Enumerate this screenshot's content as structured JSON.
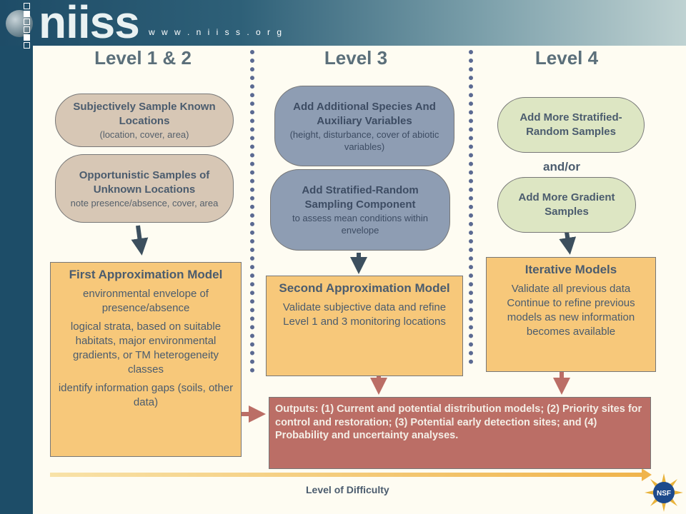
{
  "logo": {
    "name": "niiss",
    "url": "w w w . n i i s s . o r g"
  },
  "levels": [
    "Level 1 & 2",
    "Level 3",
    "Level 4"
  ],
  "level1": {
    "sample1": {
      "title": "Subjectively Sample Known Locations",
      "detail": "(location, cover, area)"
    },
    "sample2": {
      "title": "Opportunistic Samples of Unknown Locations",
      "detail": "note presence/absence, cover, area"
    },
    "model": {
      "title": "First Approximation Model",
      "points": [
        "environmental envelope of presence/absence",
        "logical strata, based on suitable habitats, major environmental gradients, or TM heterogeneity classes",
        "identify information gaps (soils, other data)"
      ]
    }
  },
  "level3": {
    "sample1": {
      "title": "Add Additional Species And Auxiliary Variables",
      "detail": "(height, disturbance, cover of abiotic variables)"
    },
    "sample2": {
      "title": "Add Stratified-Random Sampling Component",
      "detail": "to assess mean conditions within envelope"
    },
    "model": {
      "title": "Second Approximation Model",
      "text": "Validate subjective data and refine Level 1 and 3 monitoring locations"
    }
  },
  "level4": {
    "sample1": {
      "title": "Add More Stratified-Random Samples"
    },
    "connector": "and/or",
    "sample2": {
      "title": "Add More Gradient Samples"
    },
    "model": {
      "title": "Iterative Models",
      "text": "Validate all previous data Continue to refine previous models as new information becomes available"
    }
  },
  "outputs": "Outputs: (1) Current and potential distribution models; (2) Priority sites for control and restoration; (3) Potential early detection sites; and (4) Probability and uncertainty analyses.",
  "footer": {
    "axis_label": "Level of Difficulty",
    "badge": "NSF"
  },
  "colors": {
    "tan": "#d7c7b5",
    "blue": "#8e9db3",
    "green": "#dde6c3",
    "model": "#f7c87a",
    "outputs": "#bb6e66",
    "header": "#5b6f7a"
  }
}
